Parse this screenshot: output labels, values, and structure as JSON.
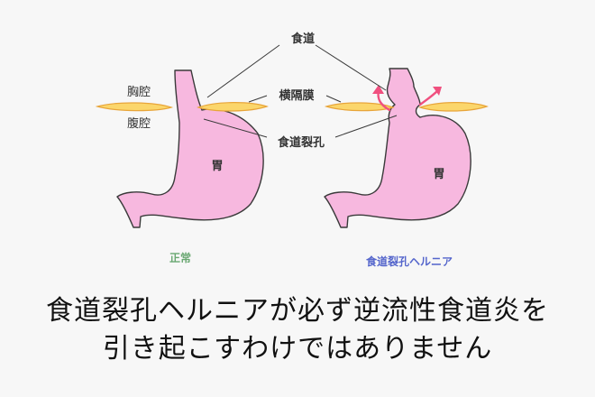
{
  "labels": {
    "esophagus": "食道",
    "chest_cavity": "胸腔",
    "diaphragm": "横隔膜",
    "abdominal_cavity": "腹腔",
    "hiatus": "食道裂孔",
    "stomach_left": "胃",
    "stomach_right": "胃"
  },
  "captions": {
    "normal": "正常",
    "hernia": "食道裂孔ヘルニア"
  },
  "headline": {
    "line1": "食道裂孔ヘルニアが必ず逆流性食道炎を",
    "line2": "引き起こすわけではありません"
  },
  "colors": {
    "stomach_fill": "#f7b8df",
    "stomach_stroke": "#3a3a3a",
    "diaphragm_fill": "#fbd66b",
    "diaphragm_stroke": "#e8a53a",
    "arrow": "#f0507f",
    "caption_normal": "#6aa872",
    "caption_hernia": "#5566cc"
  }
}
